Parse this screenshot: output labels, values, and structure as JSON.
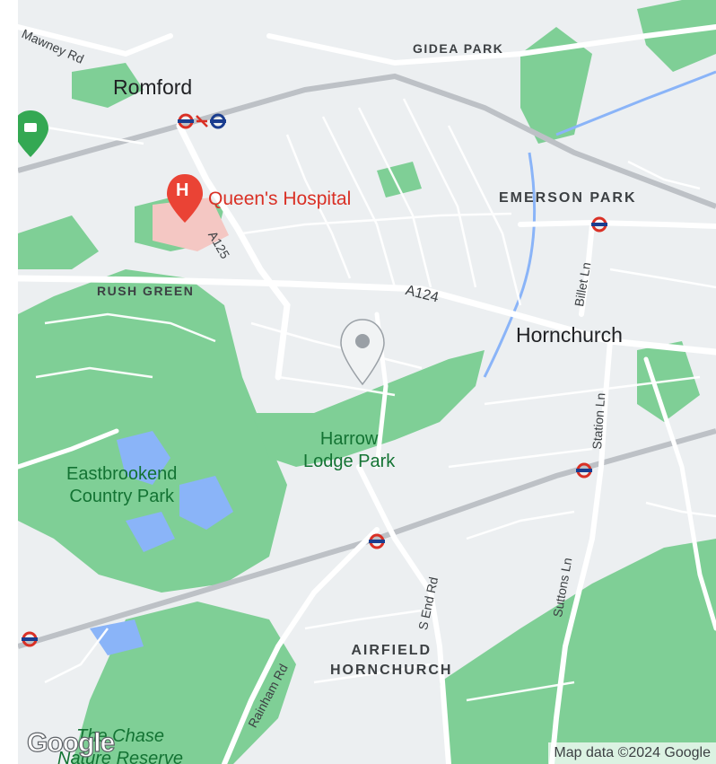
{
  "map": {
    "labels": {
      "romford": "Romford",
      "gidea_park": "GIDEA PARK",
      "emerson_park": "EMERSON PARK",
      "rush_green": "RUSH GREEN",
      "hornchurch": "Hornchurch",
      "harrow_lodge_park": "Harrow\nLodge Park",
      "eastbrookend": "Eastbrookend\nCountry Park",
      "airfield": "AIRFIELD\nHORNCHURCH",
      "chase": "The Chase\nNature Reserve",
      "queens_hospital": "Queen's Hospital"
    },
    "roads": {
      "mawney": "Mawney Rd",
      "a125": "A125",
      "a124": "A124",
      "billet": "Billet Ln",
      "station": "Station Ln",
      "s_end": "S End Rd",
      "suttons": "Suttons Ln",
      "rainham": "Rainham Rd"
    },
    "hospital_glyph": "H",
    "logo": "Google",
    "copyright": "Map data ©2024 Google",
    "colors": {
      "land": "#eceff1",
      "park": "#7fcf96",
      "park_dark": "#5cbf7c",
      "water": "#8ab4f8",
      "road": "#ffffff",
      "rail": "#bdc1c6",
      "hospital": "#ea4335",
      "tube": "#d93025"
    }
  }
}
